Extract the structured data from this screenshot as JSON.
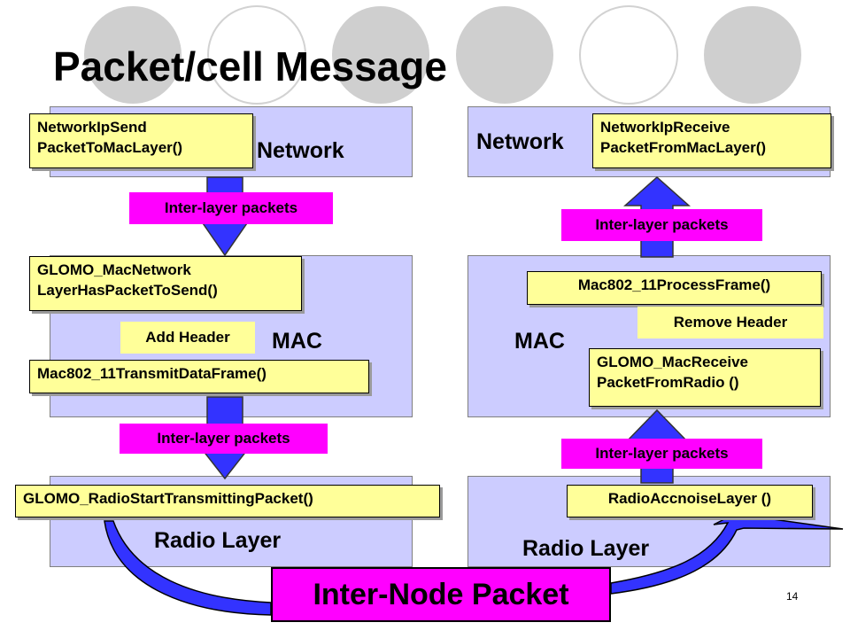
{
  "title": "Packet/cell Message",
  "left": {
    "network_label": "Network",
    "network_fn": [
      "NetworkIpSend",
      "PacketToMacLayer()"
    ],
    "inter_layer_1": "Inter-layer packets",
    "mac_fn_1": [
      "GLOMO_MacNetwork",
      "LayerHasPacketToSend()"
    ],
    "add_header": "Add Header",
    "mac_label": "MAC",
    "mac_fn_2": "Mac802_11TransmitDataFrame()",
    "inter_layer_2": "Inter-layer packets",
    "radio_fn": "GLOMO_RadioStartTransmittingPacket()",
    "radio_label": "Radio Layer"
  },
  "right": {
    "network_label": "Network",
    "network_fn": [
      "NetworkIpReceive",
      "PacketFromMacLayer()"
    ],
    "inter_layer_1": "Inter-layer packets",
    "mac_fn_1": "Mac802_11ProcessFrame()",
    "remove_header": "Remove Header",
    "mac_label": "MAC",
    "mac_fn_2": [
      "GLOMO_MacReceive",
      "PacketFromRadio ()"
    ],
    "inter_layer_2": "Inter-layer packets",
    "radio_fn": "RadioAccnoiseLayer ()",
    "radio_label": "Radio Layer"
  },
  "inter_node_packet": "Inter-Node Packet",
  "page_number": "14",
  "colors": {
    "layer_fill": "#ccccff",
    "function_box": "#ffff99",
    "packet_tag": "#ff00ff",
    "arrow": "#3333ff",
    "decor_circles": "#cccccc"
  }
}
